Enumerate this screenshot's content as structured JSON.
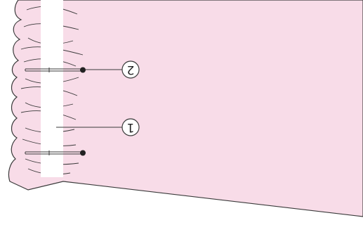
{
  "colors": {
    "fabric": "#F8DCE8",
    "tape": "#FFFFFF",
    "line": "#3A3A3A",
    "pin_head": "#222222"
  },
  "callouts": [
    {
      "id": "callout-2",
      "label": "2"
    },
    {
      "id": "callout-1",
      "label": "1"
    }
  ]
}
